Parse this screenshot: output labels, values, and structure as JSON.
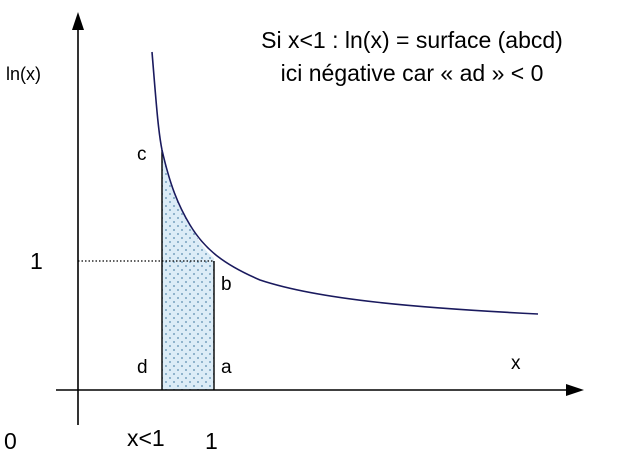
{
  "title": {
    "line1": "Si x<1 : ln(x) = surface (abcd)",
    "line2": "ici négative car « ad » < 0"
  },
  "axes": {
    "y_label": "ln(x)",
    "x_label": "x",
    "origin_label": "0",
    "tick_x_small": "x<1",
    "tick_x_one": "1",
    "tick_y_one": "1"
  },
  "points": {
    "a": "a",
    "b": "b",
    "c": "c",
    "d": "d"
  },
  "colors": {
    "curve": "#1a1a5e",
    "axis": "#000000",
    "fill": "#b8d8ee",
    "dots": "#8fb3cc"
  }
}
